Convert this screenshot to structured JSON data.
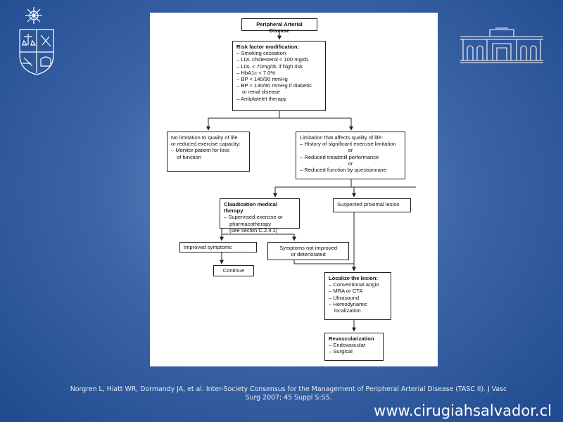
{
  "diagram": {
    "title": "Peripheral Arterial Disease",
    "risk": {
      "heading": "Risk factor modification:",
      "items": [
        "Smoking cessation",
        "LDL cholesterol < 100 mg/dL",
        "LDL < 70mg/dL if high risk",
        "HbA1c < 7.0%",
        "BP < 140/90 mmHg",
        "BP < 130/80 mmHg if diabetic",
        "Antiplatelet therapy"
      ],
      "cont": "or renal disease"
    },
    "no_limit": {
      "line1": "No limitation to quality of life",
      "line2": "or reduced exercise capacity:",
      "item": "Monitor patient for loss",
      "cont": "of function"
    },
    "limit": {
      "heading": "Limitation that affects quality of life:",
      "item1": "History of significant exercise limitation",
      "or1": "or",
      "item2": "Reduced treadmill performance",
      "or2": "or",
      "item3": "Reduced function by questionnaire"
    },
    "claud": {
      "heading": "Claudication medical therapy",
      "item": "Supervised exercise or",
      "cont1": "pharmacotherapy",
      "cont2": "(see secton C.2.4.1)"
    },
    "proximal": "Suspected proximal lesion",
    "improved": "Improved symptoms",
    "not_improved_1": "Symptoms not improved",
    "not_improved_2": "or deteriorated",
    "continue": "Continue",
    "localize": {
      "heading": "Localize the lesion:",
      "items": [
        "Conventional angio",
        "MRA or CTA",
        "Ultrasound",
        "Hemodynamic"
      ],
      "cont": "localization"
    },
    "revasc": {
      "heading": "Revascularization",
      "items": [
        "Endovascular",
        "Surgical"
      ]
    }
  },
  "citation": {
    "line1": "Norgren L, Hiatt WR, Dormandy JA, et al. Inter-Society Consensus for the Management of Peripheral Arterial Disease (TASC II). J Vasc",
    "line2": "Surg 2007; 45 Suppl S:S5."
  },
  "website": "www.cirugiahsalvador.cl",
  "logos": {
    "left": "university-crest",
    "right": "hospital-building"
  }
}
